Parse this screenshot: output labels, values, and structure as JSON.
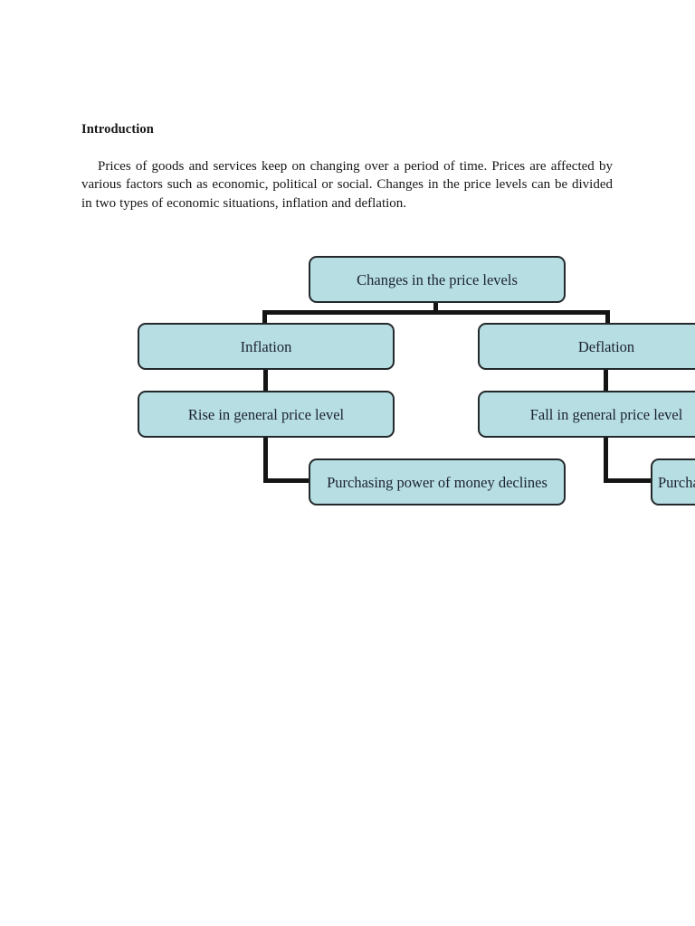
{
  "document": {
    "heading": "Introduction",
    "paragraph": "Prices of goods and services keep on changing over a period of time. Prices are affected by various factors such as economic, political or social. Changes in the price levels can be divided in two types of economic situations, inflation and deflation."
  },
  "diagram": {
    "title": "Changes in the price levels",
    "fill_color": "#b6dee3",
    "border_color": "#23282b",
    "connector_color": "#141414",
    "nodes": {
      "root": "Changes in the price levels",
      "inflation": "Inflation",
      "deflation": "Deflation",
      "rise": "Rise in general price level",
      "fall": "Fall in general price level",
      "decline": "Purchasing power of money declines",
      "increase": "Purchasing power of money increases"
    }
  }
}
